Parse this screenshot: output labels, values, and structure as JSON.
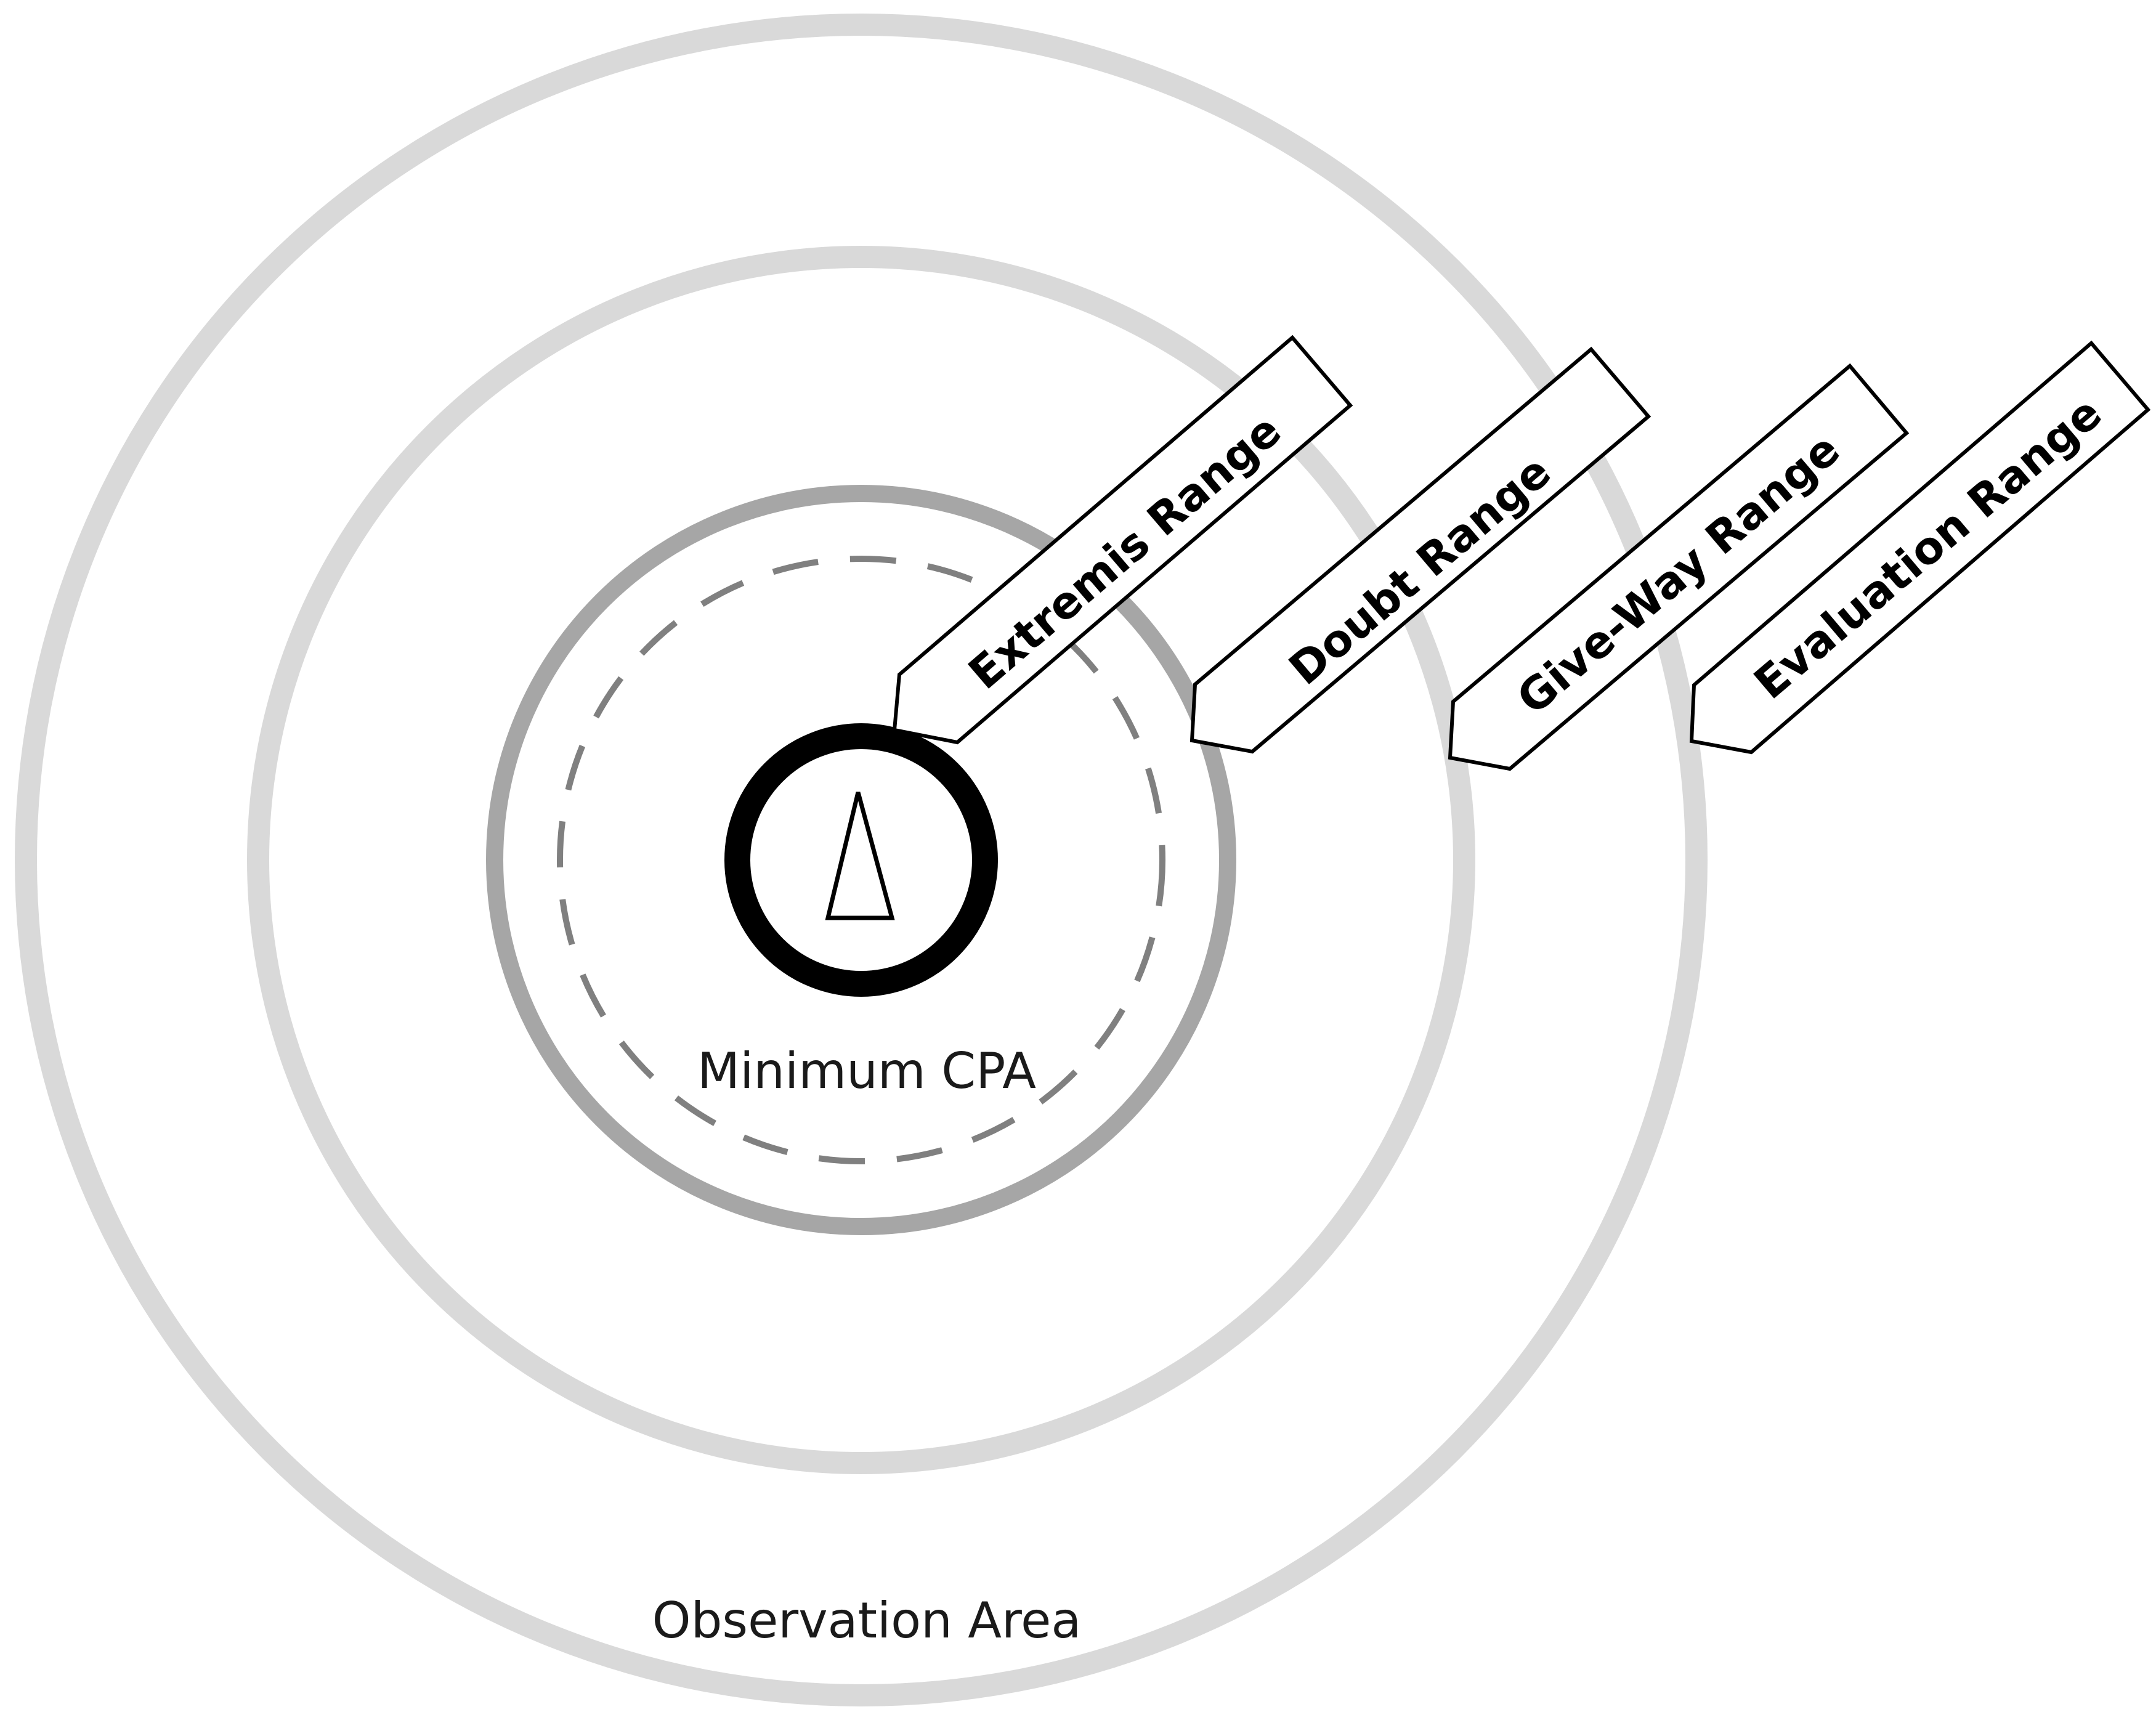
{
  "diagram": {
    "labels": {
      "extremis": "Extremis Range",
      "doubt": "Doubt Range",
      "give_way": "Give-Way Range",
      "evaluation": "Evaluation Range",
      "minimum_cpa": "Minimum CPA",
      "observation_area": "Observation Area"
    },
    "colors": {
      "outer_rings": "#d9d9d9",
      "middle_ring": "#a6a6a6",
      "dashed_ring": "#808080",
      "vessel_ring": "#000000",
      "label_stroke": "#000000"
    },
    "icons": {
      "vessel": "vessel-triangle-icon"
    }
  }
}
